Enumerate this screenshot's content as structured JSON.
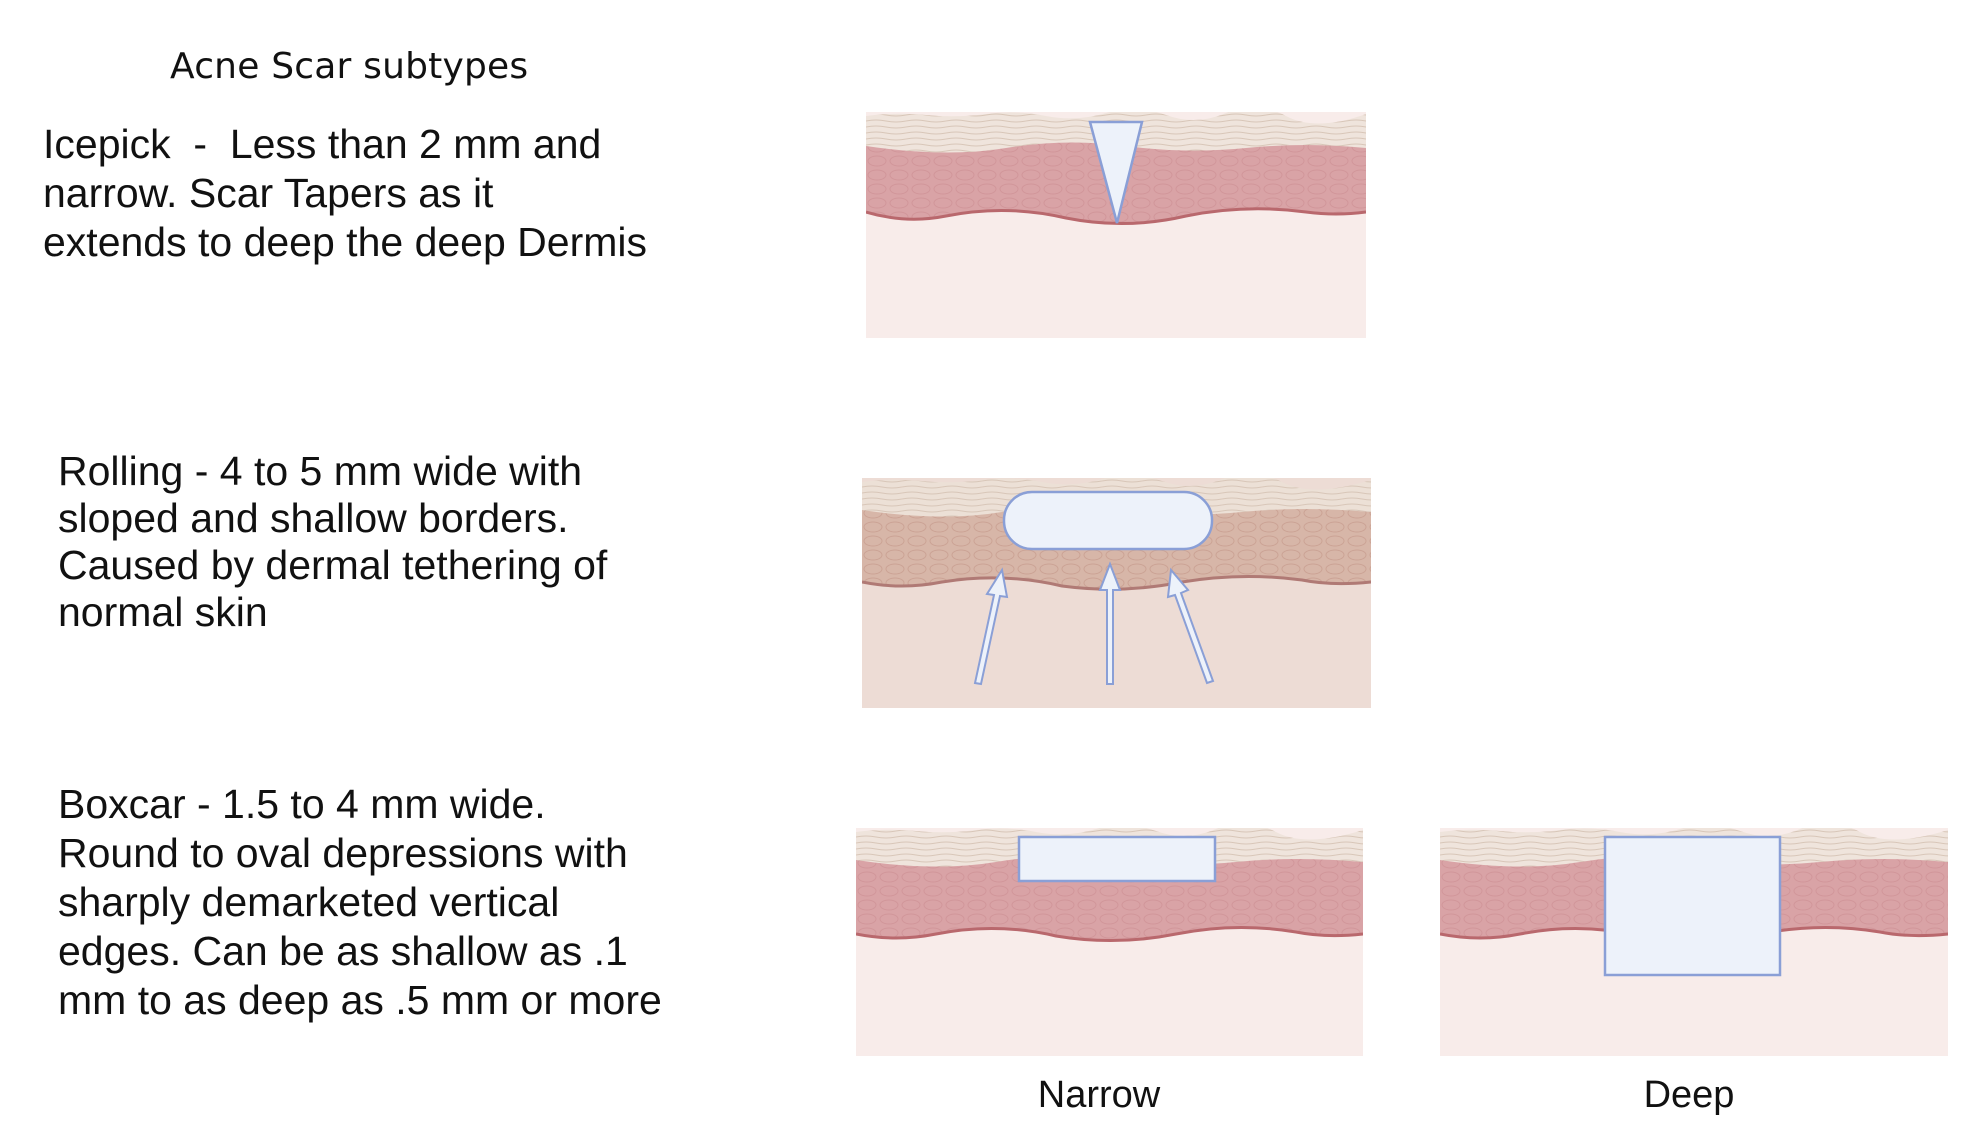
{
  "title": "Acne Scar subtypes",
  "sections": [
    {
      "id": "icepick",
      "lines": [
        "Icepick  -  Less than 2 mm and",
        "narrow. Scar Tapers as it",
        "extends to deep the deep Dermis"
      ]
    },
    {
      "id": "rolling",
      "lines": [
        "Rolling - 4 to 5 mm wide with",
        "sloped and shallow borders.",
        "Caused by dermal tethering of",
        "normal skin"
      ]
    },
    {
      "id": "boxcar",
      "lines": [
        "Boxcar - 1.5 to 4 mm wide.",
        "Round to oval depressions with",
        "sharply demarketed vertical",
        "edges. Can be as shallow as .1",
        "mm to as deep as .5 mm or more"
      ]
    }
  ],
  "captions": {
    "narrow": "Narrow",
    "deep": "Deep"
  },
  "colors": {
    "epidermis": "#efe4dc",
    "dermis": "#d9a3a6",
    "dermis_rolling": "#d7b6a8",
    "subcutis": "#f8ecea",
    "subcutis_rolling": "#eddcd5",
    "scar_fill": "#edf2fa",
    "scar_stroke": "#8a9fd6"
  }
}
